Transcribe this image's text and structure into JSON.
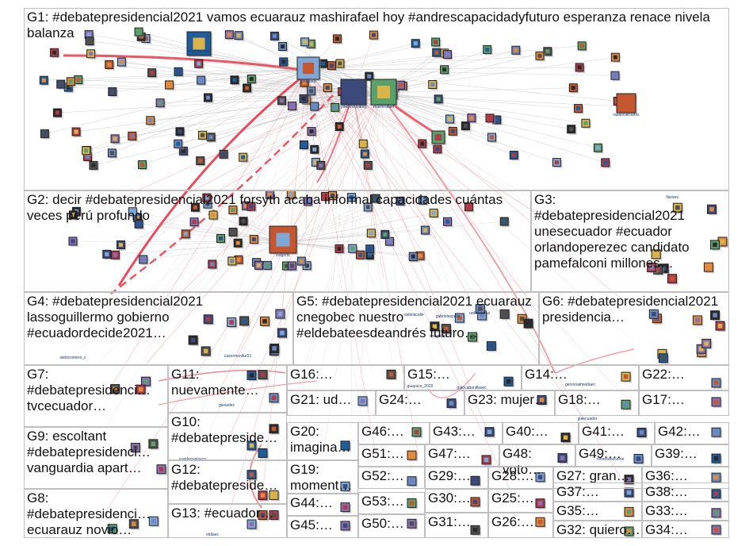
{
  "groups": [
    {
      "id": "g1",
      "label": "G1: #debatepresidencial2021 vamos ecuarauz mashirafael hoy #andrescapacidadyfuturo esperanza renace nivela balanza"
    },
    {
      "id": "g2",
      "label": "G2: decir #debatepresidencial2021 forsyth acaba informal capacidades cuántas veces perú profundo"
    },
    {
      "id": "g3",
      "label": "G3: #debatepresidencial2021 unesecuador #ecuador orlandoperezec candidato pamefalconi millones…"
    },
    {
      "id": "g4",
      "label": "G4: #debatepresidencial2021 lassoguillermo gobierno #ecuadordecide2021…"
    },
    {
      "id": "g5",
      "label": "G5: #debatepresidencial2021 ecuarauz cnegobec nuestro #eldebateesdeandrés futuro…"
    },
    {
      "id": "g6",
      "label": "G6: #debatepresidencial2021 presidencia…"
    },
    {
      "id": "g7",
      "label": "G7: #debatepresidenci… tvcecuador…"
    },
    {
      "id": "g9",
      "label": "G9: escoltant #debatepresidenci… vanguardia apart…"
    },
    {
      "id": "g8",
      "label": "G8: #debatepresidenci… ecuarauz novio…"
    },
    {
      "id": "g11",
      "label": "G11: nuevamente…"
    },
    {
      "id": "g10",
      "label": "G10: #debatepreside…"
    },
    {
      "id": "g12",
      "label": "G12: #debatepreside…"
    },
    {
      "id": "g13",
      "label": "G13: #ecuador…"
    },
    {
      "id": "g16",
      "label": "G16:…"
    },
    {
      "id": "g15",
      "label": "G15:…"
    },
    {
      "id": "g14",
      "label": "G14:…"
    },
    {
      "id": "g22",
      "label": "G22:…"
    },
    {
      "id": "g21",
      "label": "G21: ud…"
    },
    {
      "id": "g24",
      "label": "G24:…"
    },
    {
      "id": "g23",
      "label": "G23: mujer…"
    },
    {
      "id": "g18",
      "label": "G18:…"
    },
    {
      "id": "g17",
      "label": "G17:…"
    },
    {
      "id": "g20",
      "label": "G20: imagina…"
    },
    {
      "id": "g46",
      "label": "G46:…"
    },
    {
      "id": "g43",
      "label": "G43:…"
    },
    {
      "id": "g40",
      "label": "G40:…"
    },
    {
      "id": "g41",
      "label": "G41:…"
    },
    {
      "id": "g42",
      "label": "G42:…"
    },
    {
      "id": "g51",
      "label": "G51:…"
    },
    {
      "id": "g47",
      "label": "G47:…"
    },
    {
      "id": "g48",
      "label": "G48: voto…"
    },
    {
      "id": "g49",
      "label": "G49:…"
    },
    {
      "id": "g39",
      "label": "G39:…"
    },
    {
      "id": "g19",
      "label": "G19: moment…"
    },
    {
      "id": "g52",
      "label": "G52:…"
    },
    {
      "id": "g29",
      "label": "G29:…"
    },
    {
      "id": "g28",
      "label": "G28:…"
    },
    {
      "id": "g27",
      "label": "G27: gran…"
    },
    {
      "id": "g36",
      "label": "G36:…"
    },
    {
      "id": "g44",
      "label": "G44:…"
    },
    {
      "id": "g53",
      "label": "G53:…"
    },
    {
      "id": "g30",
      "label": "G30:…"
    },
    {
      "id": "g25",
      "label": "G25:…"
    },
    {
      "id": "g37",
      "label": "G37:…"
    },
    {
      "id": "g38",
      "label": "G38:…"
    },
    {
      "id": "g35",
      "label": "G35:…"
    },
    {
      "id": "g33",
      "label": "G33:…"
    },
    {
      "id": "g45",
      "label": "G45:…"
    },
    {
      "id": "g50",
      "label": "G50:…"
    },
    {
      "id": "g31",
      "label": "G31:…"
    },
    {
      "id": "g26",
      "label": "G26:…"
    },
    {
      "id": "g32",
      "label": "G32: quiero…"
    },
    {
      "id": "g34",
      "label": "G34:…"
    }
  ],
  "node_labels": {
    "julianmaclast": "julianmaclast",
    "ecuarauz": "ecuarauz",
    "josephcuvaleg": "josephcuvaleg",
    "mashirafael": "mashirafael",
    "rabascalicarlos": "rabascalicarlos",
    "zulgnrts": "zulgnrts",
    "isidroromero_c": "isidroromero_c",
    "casermonitur51": "casermonitur51",
    "radiolacalle": "radiolacalle",
    "gabrielaspalis": "gabrielaspalis",
    "radiolaorqui": "radiolaorqui",
    "cnegobec": "cnegobec",
    "gaviadez": "gaviadez",
    "juanferrvelasco": "juanferrvelasco",
    "eldiaec": "eldiaec",
    "guayaco_2020": "guayaco_2020",
    "gatocabanillasec": "gatocabanillasec",
    "gerzonalmeidaec": "gerzonalmeidaec",
    "giaecuador": "giaecuador",
    "romeromocente": "romeromocente",
    "flaviani": "flaviani"
  },
  "colors": {
    "edge_gray": "#b8b8b8",
    "edge_red": "#e8394a",
    "box_border": "#bfbfbf"
  }
}
